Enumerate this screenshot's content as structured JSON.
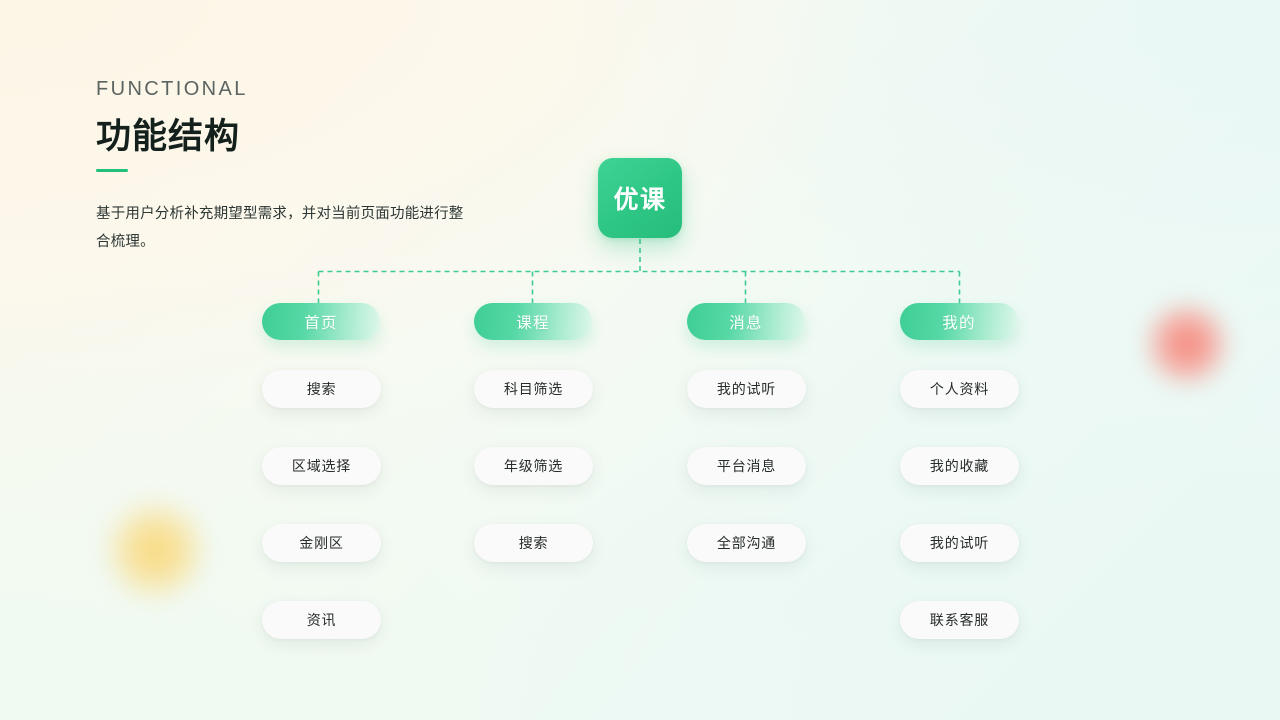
{
  "page": {
    "eyebrow": "FUNCTIONAL",
    "title": "功能结构",
    "subtitle": "基于用户分析补充期望型需求，并对当前页面功能进行整合梳理。"
  },
  "theme": {
    "accent_green": "#22c17b",
    "branch_gradient_start": "#3ece95",
    "branch_gradient_end": "#dff7ec",
    "root_green": "#2ec685",
    "connector_green": "#3ecb92",
    "leaf_bg": "#fafafa",
    "text_dark": "#14201c",
    "bg_cream": "#fdf6e6",
    "bg_mint": "#eaf8f5",
    "blob_yellow": "#fad46c",
    "blob_red": "#f87a6e"
  },
  "diagram": {
    "root": {
      "label": "优课"
    },
    "branches": [
      {
        "label": "首页",
        "children": [
          {
            "label": "搜索"
          },
          {
            "label": "区域选择"
          },
          {
            "label": "金刚区"
          },
          {
            "label": "资讯"
          }
        ]
      },
      {
        "label": "课程",
        "children": [
          {
            "label": "科目筛选"
          },
          {
            "label": "年级筛选"
          },
          {
            "label": "搜索"
          }
        ]
      },
      {
        "label": "消息",
        "children": [
          {
            "label": "我的试听"
          },
          {
            "label": "平台消息"
          },
          {
            "label": "全部沟通"
          }
        ]
      },
      {
        "label": "我的",
        "children": [
          {
            "label": "个人资料"
          },
          {
            "label": "我的收藏"
          },
          {
            "label": "我的试听"
          },
          {
            "label": "联系客服"
          }
        ]
      }
    ]
  }
}
